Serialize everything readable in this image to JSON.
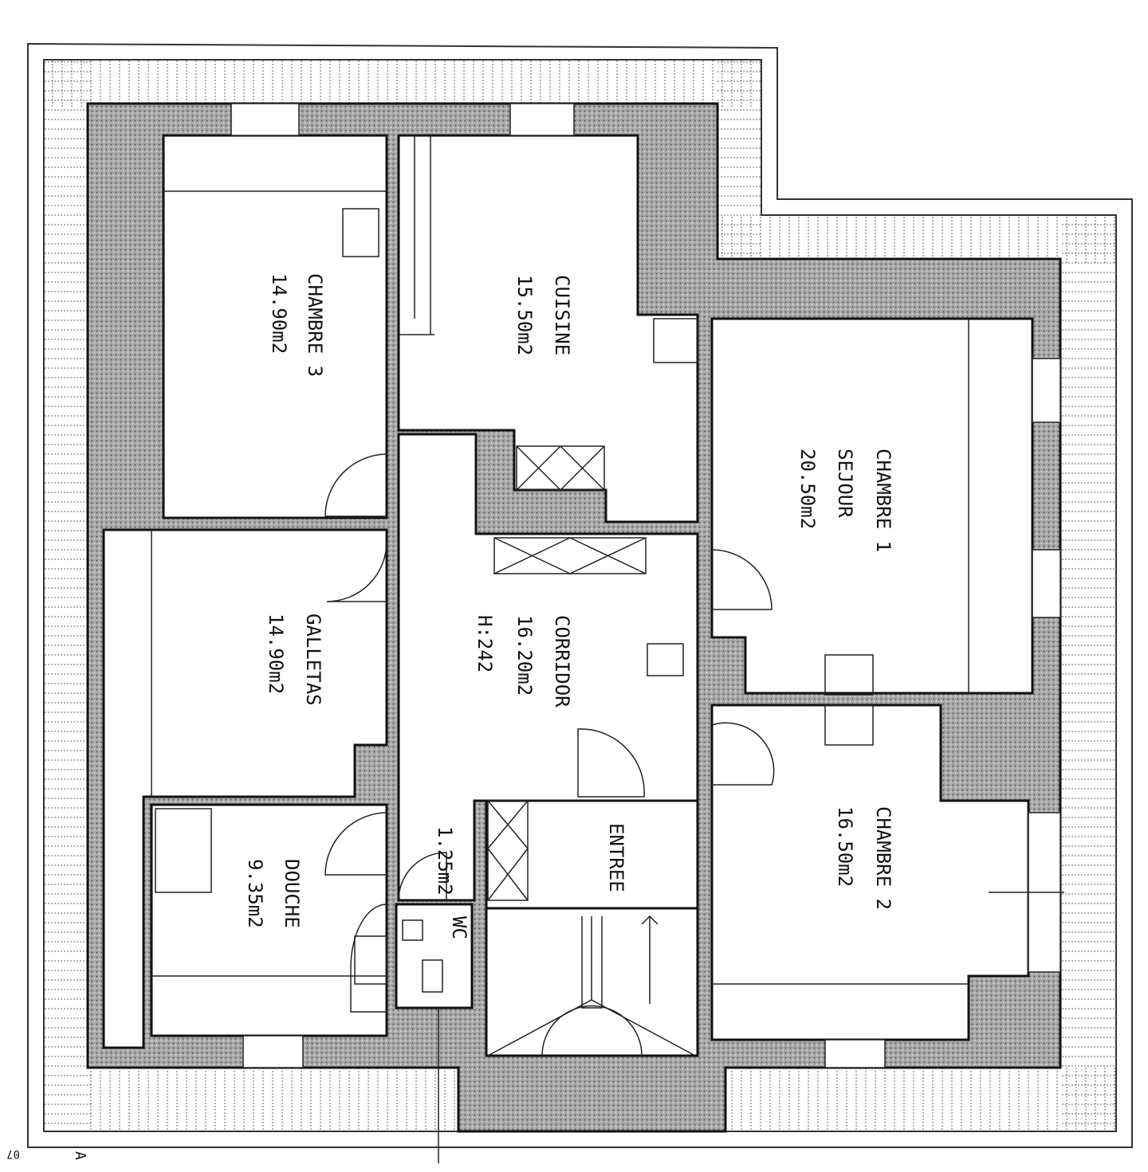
{
  "plan": {
    "rooms": {
      "chambre3": {
        "name": "CHAMBRE 3",
        "area": "14.90m2"
      },
      "cuisine": {
        "name": "CUISINE",
        "area": "15.50m2"
      },
      "chambre1": {
        "name": "CHAMBRE 1",
        "name2": "SEJOUR",
        "area": "20.50m2"
      },
      "galletas": {
        "name": "GALLETAS",
        "area": "14.90m2"
      },
      "corridor": {
        "name": "CORRIDOR",
        "area": "16.20m2",
        "height": "H:242"
      },
      "douche": {
        "name": "DOUCHE",
        "area": "9.35m2"
      },
      "wc": {
        "name": "WC",
        "area": "1.25m2"
      },
      "entree": {
        "name": "ENTREE"
      },
      "chambre2": {
        "name": "CHAMBRE 2",
        "area": "16.50m2"
      }
    },
    "corner_marks": {
      "letter": "A",
      "number": "07"
    },
    "colors": {
      "wall": "#8f8f8f",
      "line": "#111111"
    }
  }
}
